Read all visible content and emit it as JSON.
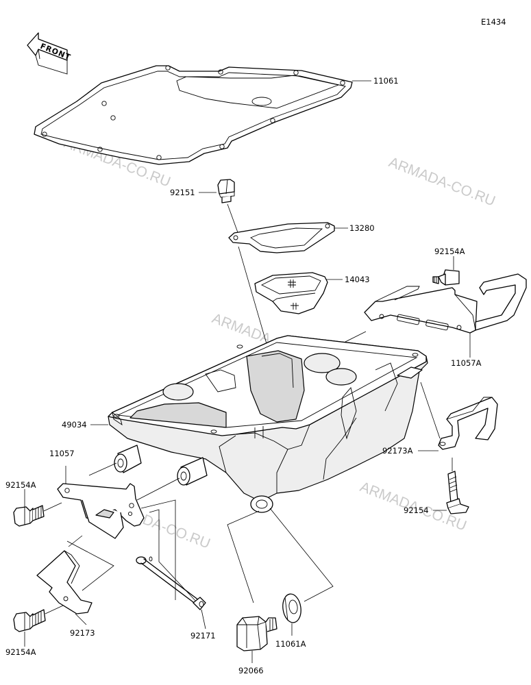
{
  "diagram_code": "E1434",
  "direction_label": "FRONT",
  "watermark": "ARMADA-CO.RU",
  "parts": [
    {
      "id": "11061",
      "name": "gasket-oil-pan"
    },
    {
      "id": "92151",
      "name": "bolt-baffle"
    },
    {
      "id": "13280",
      "name": "plate-baffle"
    },
    {
      "id": "14043",
      "name": "oil-strainer"
    },
    {
      "id": "92154A",
      "name": "bolt-bracket-right"
    },
    {
      "id": "11057A",
      "name": "bracket-right"
    },
    {
      "id": "49034",
      "name": "oil-pan"
    },
    {
      "id": "11057",
      "name": "bracket-left"
    },
    {
      "id": "92154A",
      "name": "bolt-bracket-left"
    },
    {
      "id": "92173A",
      "name": "clamp-right"
    },
    {
      "id": "92154",
      "name": "bolt-clamp-right"
    },
    {
      "id": "92173",
      "name": "clamp-left"
    },
    {
      "id": "92154A",
      "name": "bolt-clamp-left"
    },
    {
      "id": "92171",
      "name": "clamp-pin"
    },
    {
      "id": "92066",
      "name": "drain-plug"
    },
    {
      "id": "11061A",
      "name": "drain-washer"
    }
  ]
}
